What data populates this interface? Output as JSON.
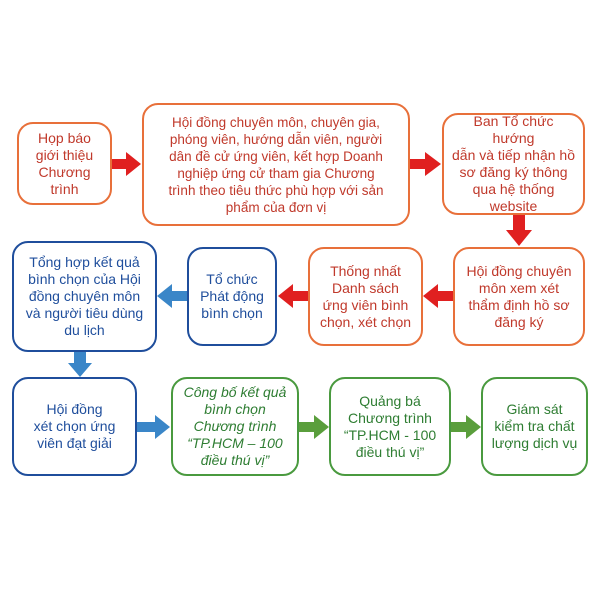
{
  "colors": {
    "orange_border": "#e8703a",
    "red_text": "#c0392b",
    "red_arrow": "#e02020",
    "blue": "#1f4e9c",
    "blue_arrow": "#3a86c8",
    "green_border": "#4a9a3f",
    "green_text": "#2e7d32",
    "green_arrow": "#5a9e3c"
  },
  "boxes": {
    "hop_bao": "Họp báo\ngiới thiệu\nChương\ntrình",
    "hoi_dong_chuyen_mon": "Hội đồng chuyên môn, chuyên gia,\nphóng viên, hướng dẫn viên, người\ndân đề cử ứng viên, kết hợp Doanh\nnghiệp ứng cử tham gia Chương\ntrình theo tiêu thức phù hợp với sản\nphẩm của đơn vị",
    "ban_to_chuc": "Ban Tổ chức hướng\ndẫn và tiếp nhận hồ\nsơ đăng ký thông\nqua hệ thống\nwebsite",
    "xem_xet": "Hội đồng chuyên\nmôn xem xét\nthẩm định hồ sơ\nđăng ký",
    "thong_nhat": "Thống nhất\nDanh sách\nứng viên bình\nchọn, xét chọn",
    "to_chuc_phat_dong": "Tổ chức\nPhát động\nbình chọn",
    "tong_hop": "Tổng hợp kết quả\nbình chọn của Hội\nđồng chuyên môn\nvà người tiêu dùng\ndu lịch",
    "hoi_dong_xet_chon": "Hội đồng\nxét chọn ứng\nviên đạt giải",
    "cong_bo": "Công bố kết quả\nbình chọn\nChương trình\n“TP.HCM – 100\nđiều thú vị”",
    "quang_ba": "Quảng bá\nChương trình\n“TP.HCM - 100\nđiều thú vị”",
    "giam_sat": "Giám sát\nkiểm tra chất\nlượng dịch vụ"
  }
}
